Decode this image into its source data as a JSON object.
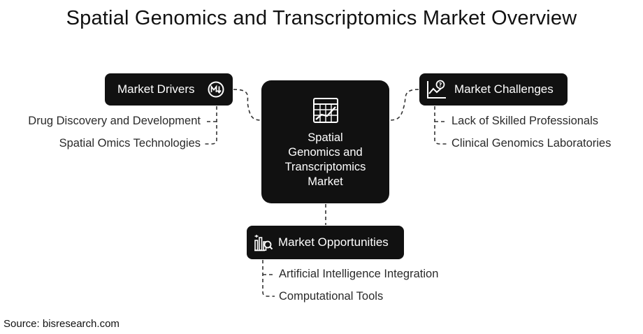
{
  "title": "Spatial Genomics and Transcriptomics Market Overview",
  "center": {
    "line1": "Spatial",
    "line2": "Genomics and",
    "line3": "Transcriptomics",
    "line4": "Market",
    "icon": "grid-chart-icon"
  },
  "drivers": {
    "label": "Market Drivers",
    "icon": "m-down-arrow-icon",
    "items": [
      "Drug Discovery and Development",
      "Spatial Omics Technologies"
    ]
  },
  "challenges": {
    "label": "Market Challenges",
    "icon": "chart-question-icon",
    "items": [
      "Lack of Skilled Professionals",
      "Clinical Genomics Laboratories"
    ]
  },
  "opportunities": {
    "label": "Market Opportunities",
    "icon": "bar-magnifier-icon",
    "items": [
      "Artificial Intelligence Integration",
      "Computational Tools"
    ]
  },
  "source": "Source: bisresearch.com",
  "colors": {
    "box": "#111111",
    "text": "#1f1f1f",
    "background": "#ffffff"
  }
}
